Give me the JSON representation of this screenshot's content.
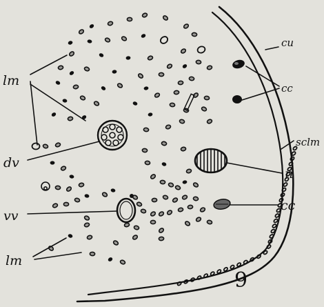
{
  "figure_number": "9",
  "labels": {
    "cu": "cu",
    "cc": "cc",
    "sclm": "sclm",
    "n": "n",
    "lm": "lm",
    "dv": "dv",
    "vv": "vv"
  },
  "colors": {
    "ink": "#111111",
    "paper": "#e3e2dc"
  }
}
